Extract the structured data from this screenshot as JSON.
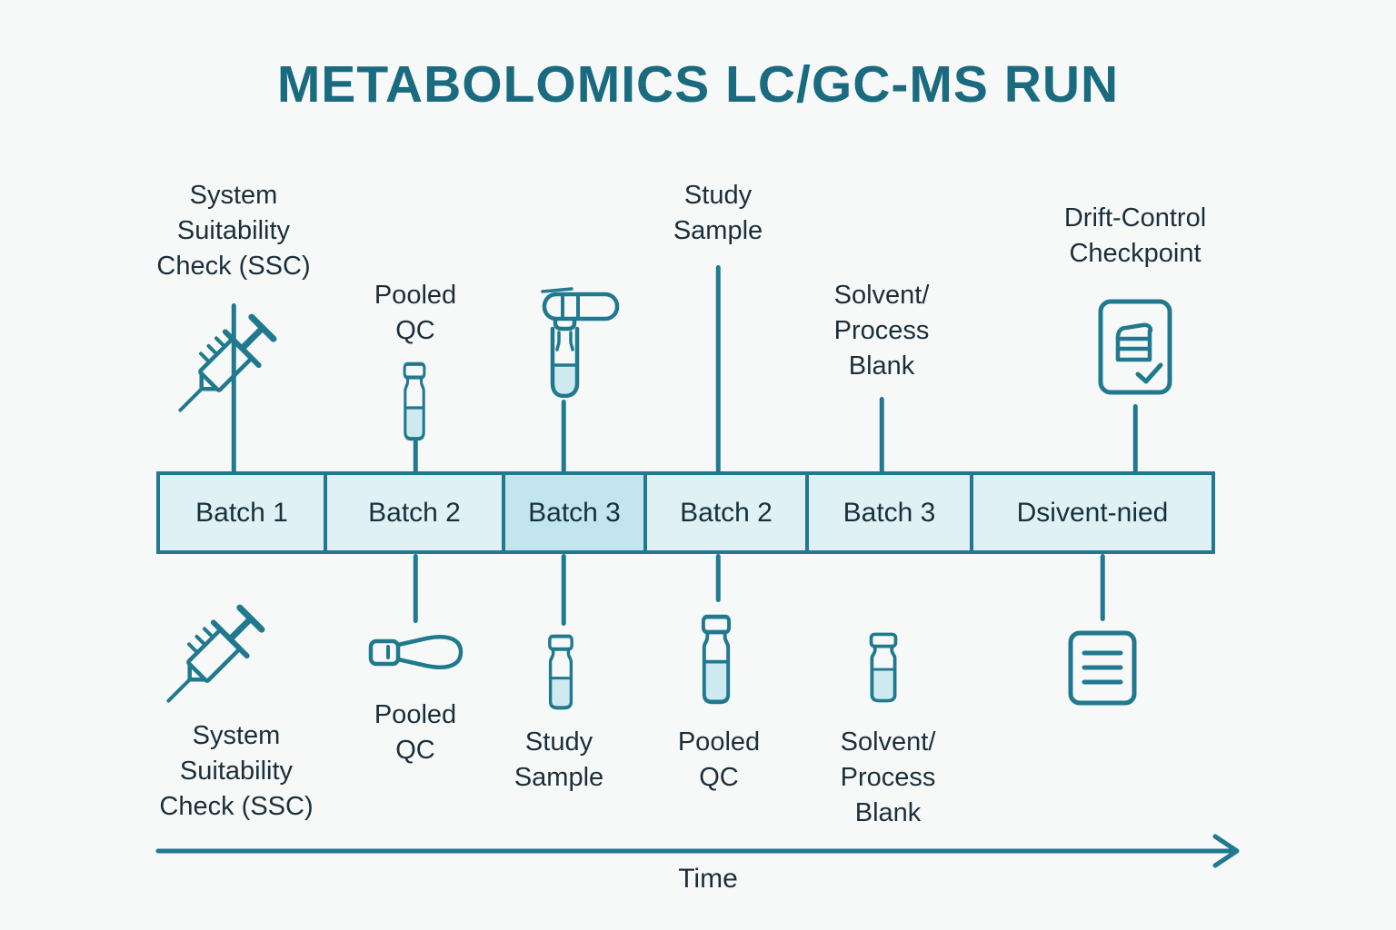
{
  "title": "METABOLOMICS LC/GC-MS RUN",
  "timeline": {
    "segments": [
      {
        "label": "Batch 1",
        "highlight": false
      },
      {
        "label": "Batch 2",
        "highlight": false
      },
      {
        "label": "Batch 3",
        "highlight": true
      },
      {
        "label": "Batch 2",
        "highlight": false
      },
      {
        "label": "Batch 3",
        "highlight": false
      },
      {
        "label": "Dsivent-nied",
        "highlight": false
      }
    ]
  },
  "annotations_top": [
    {
      "label": "System\nSuitability\nCheck (SSC)",
      "icon": "syringe-icon"
    },
    {
      "label": "Pooled\nQC",
      "icon": "vial-icon"
    },
    {
      "label": "",
      "icon": "sample-tube-icon"
    },
    {
      "label": "Study\nSample",
      "icon": ""
    },
    {
      "label": "Solvent/\nProcess\nBlank",
      "icon": ""
    },
    {
      "label": "Drift-Control\nCheckpoint",
      "icon": "checklist-card-icon"
    }
  ],
  "annotations_bottom": [
    {
      "label": "System\nSuitability\nCheck (SSC)",
      "icon": "syringe-icon"
    },
    {
      "label": "Pooled\nQC",
      "icon": "loop-swab-icon"
    },
    {
      "label": "Study\nSample",
      "icon": "vial-icon"
    },
    {
      "label": "Pooled\nQC",
      "icon": "vial-icon"
    },
    {
      "label": "Solvent/\nProcess\nBlank",
      "icon": "vial-icon"
    },
    {
      "label": "",
      "icon": "document-icon"
    }
  ],
  "time_axis": {
    "label": "Time"
  },
  "colors": {
    "background": "#f7f9f9",
    "stroke_teal": "#20798f",
    "title_teal": "#1a6a80",
    "text_dark": "#1b2f3a",
    "bar_fill": "#e0f1f5",
    "bar_fill_highlight": "#c3e5ee",
    "liquid_fill": "#cfe9f0",
    "cap_fill": "#e8f4f7"
  }
}
